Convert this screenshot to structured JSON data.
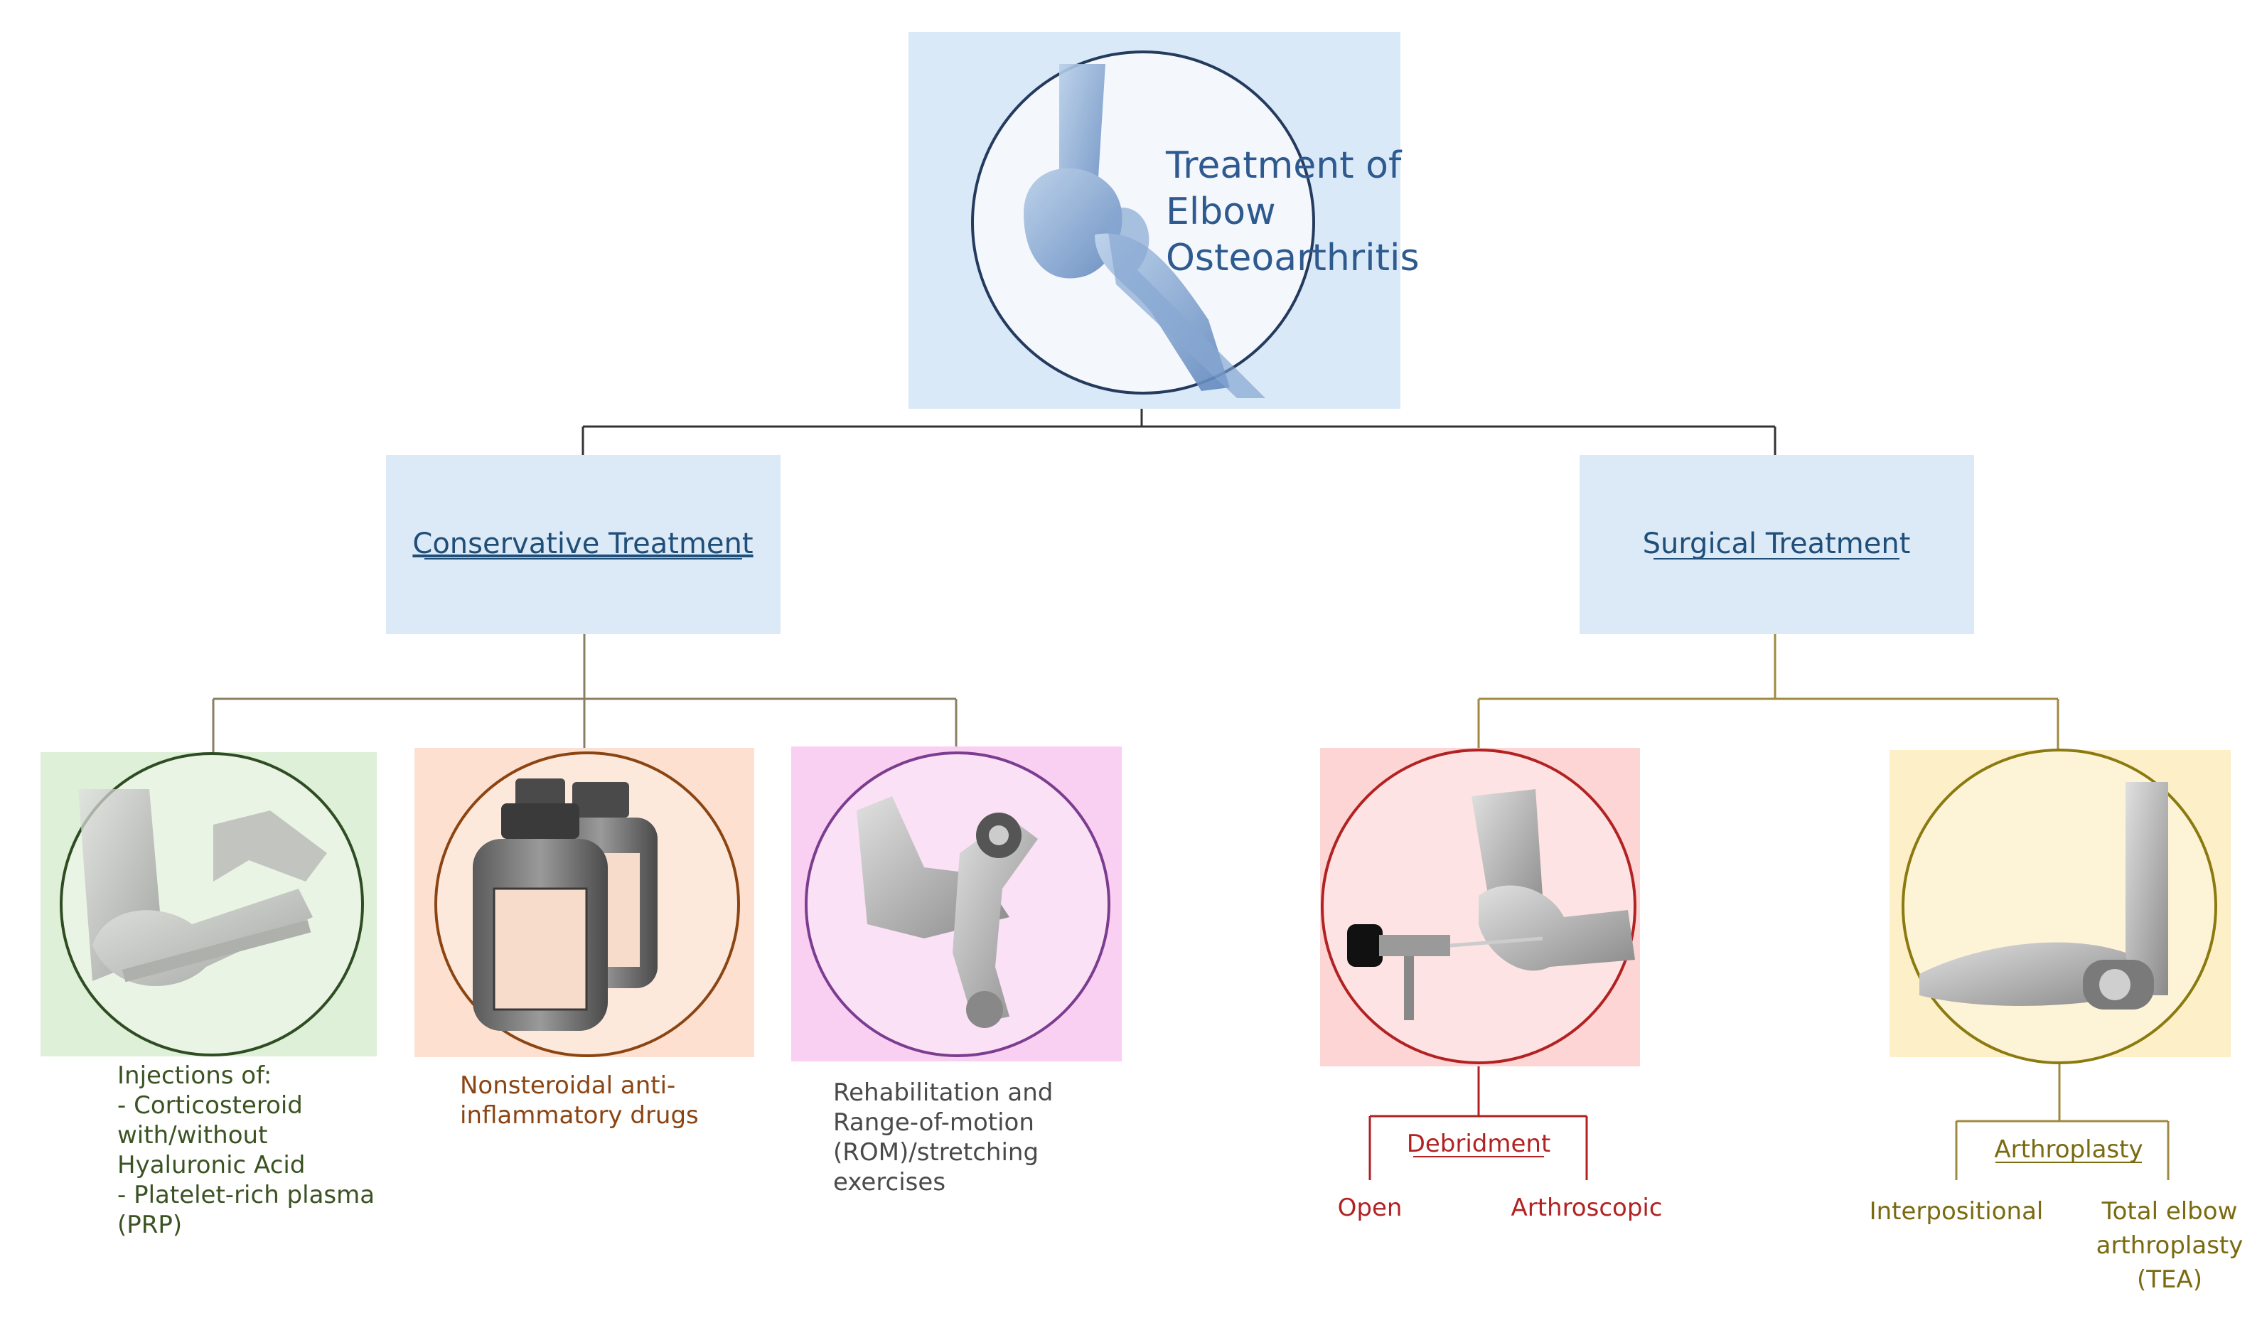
{
  "root": {
    "title_lines": [
      "Treatment of",
      "Elbow",
      "Osteoarthritis"
    ]
  },
  "branches": {
    "conservative": {
      "label": "Conservative Treatment"
    },
    "surgical": {
      "label": "Surgical Treatment"
    }
  },
  "conservative_items": {
    "injections": {
      "lines": [
        "Injections of:",
        "- Corticosteroid",
        "with/without",
        "Hyaluronic Acid",
        "- Platelet-rich plasma",
        "(PRP)"
      ]
    },
    "nsaids": {
      "lines": [
        "Nonsteroidal anti-",
        "inflammatory drugs"
      ]
    },
    "rehab": {
      "lines": [
        "Rehabilitation and",
        "Range-of-motion",
        "(ROM)/stretching",
        "exercises"
      ]
    }
  },
  "surgical_items": {
    "debridment": {
      "label": "Debridment",
      "options": [
        "Open",
        "Arthroscopic"
      ]
    },
    "arthroplasty": {
      "label": "Arthroplasty",
      "options": [
        "Interpositional"
      ],
      "tea_lines": [
        "Total elbow",
        "arthroplasty",
        "(TEA)"
      ]
    }
  },
  "colors": {
    "root_bg": "#d9e9f8",
    "branch_bg": "#dceaf7",
    "branch_text": "#1f4e79",
    "injections_bg": "#dff0d8",
    "injections_ring": "#2e4d23",
    "injections_text": "#3b5323",
    "nsaids_bg": "#fde0cf",
    "nsaids_ring": "#8b4513",
    "nsaids_text": "#8b4513",
    "rehab_bg": "#fad0f2",
    "rehab_ring": "#7a3d8f",
    "rehab_text": "#4a4a4a",
    "debridment_bg": "#fdd5d5",
    "debridment_ring": "#b22222",
    "debridment_text": "#b22222",
    "arthroplasty_bg": "#fdf0c8",
    "arthroplasty_ring": "#8b7a10",
    "arthroplasty_text": "#7a6a10"
  }
}
